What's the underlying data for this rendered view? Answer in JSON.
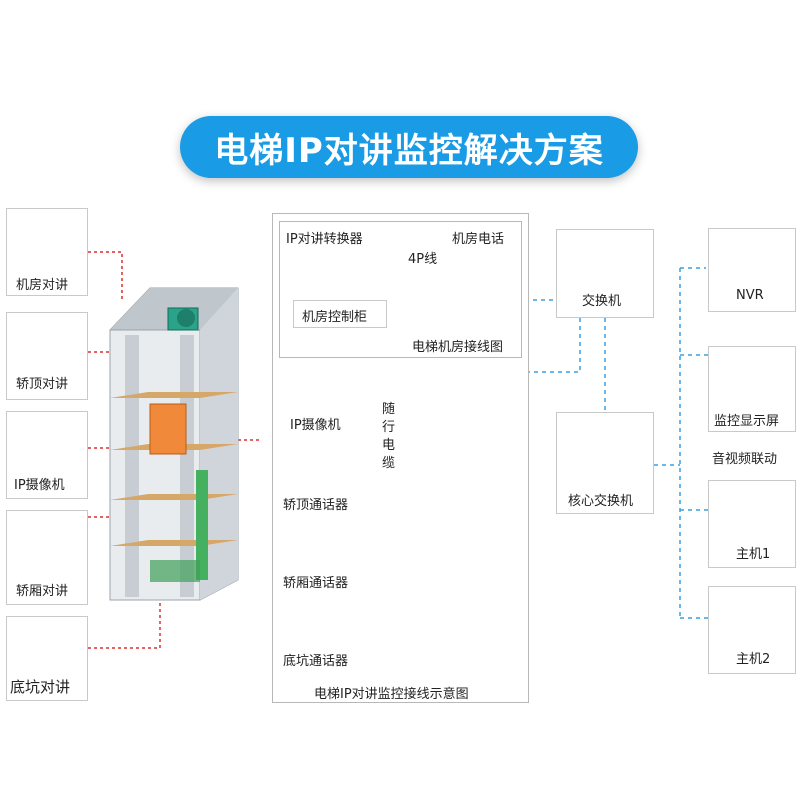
{
  "title": "电梯IP对讲监控解决方案",
  "left_devices": [
    "机房对讲",
    "轿顶对讲",
    "IP摄像机",
    "轿厢对讲",
    "底坑对讲"
  ],
  "center": {
    "converter": "IP对讲转换器",
    "room_phone": "机房电话",
    "wire_4p": "4P线",
    "control_cabinet": "机房控制柜",
    "room_wiring": "电梯机房接线图",
    "camera": "IP摄像机",
    "cable_label": [
      "随",
      "行",
      "电",
      "缆"
    ],
    "car_top": "轿顶通话器",
    "car": "轿厢通话器",
    "pit": "底坑通话器",
    "caption": "电梯IP对讲监控接线示意图"
  },
  "right": {
    "switch": "交换机",
    "core_switch": "核心交换机",
    "nvr": "NVR",
    "monitor": "监控显示屏",
    "av_link": "音视频联动",
    "host1": "主机1",
    "host2": "主机2"
  }
}
